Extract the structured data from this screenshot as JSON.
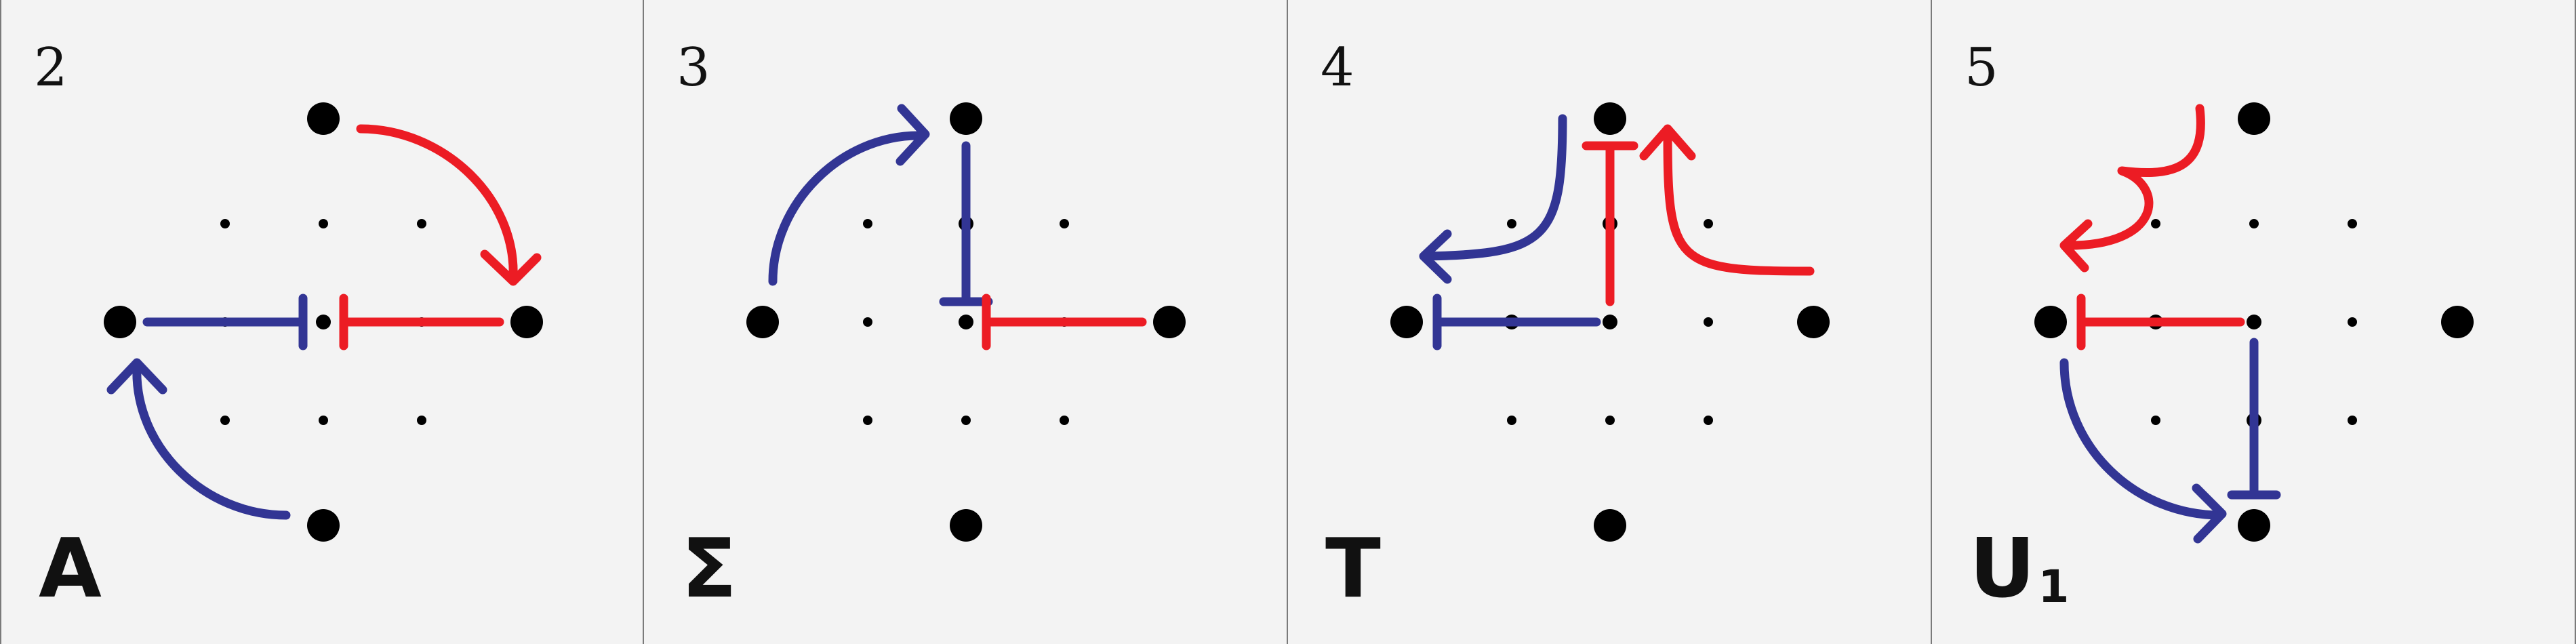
{
  "colors": {
    "blue": "#323594",
    "red": "#ec1c24",
    "dot": "#000000",
    "background": "#f3f3f3",
    "border": "#7a7a7a"
  },
  "panels": [
    {
      "number": "2",
      "letter": "A",
      "sub": ""
    },
    {
      "number": "3",
      "letter": "Σ",
      "sub": ""
    },
    {
      "number": "4",
      "letter": "T",
      "sub": ""
    },
    {
      "number": "5",
      "letter": "U",
      "sub": "1"
    }
  ]
}
